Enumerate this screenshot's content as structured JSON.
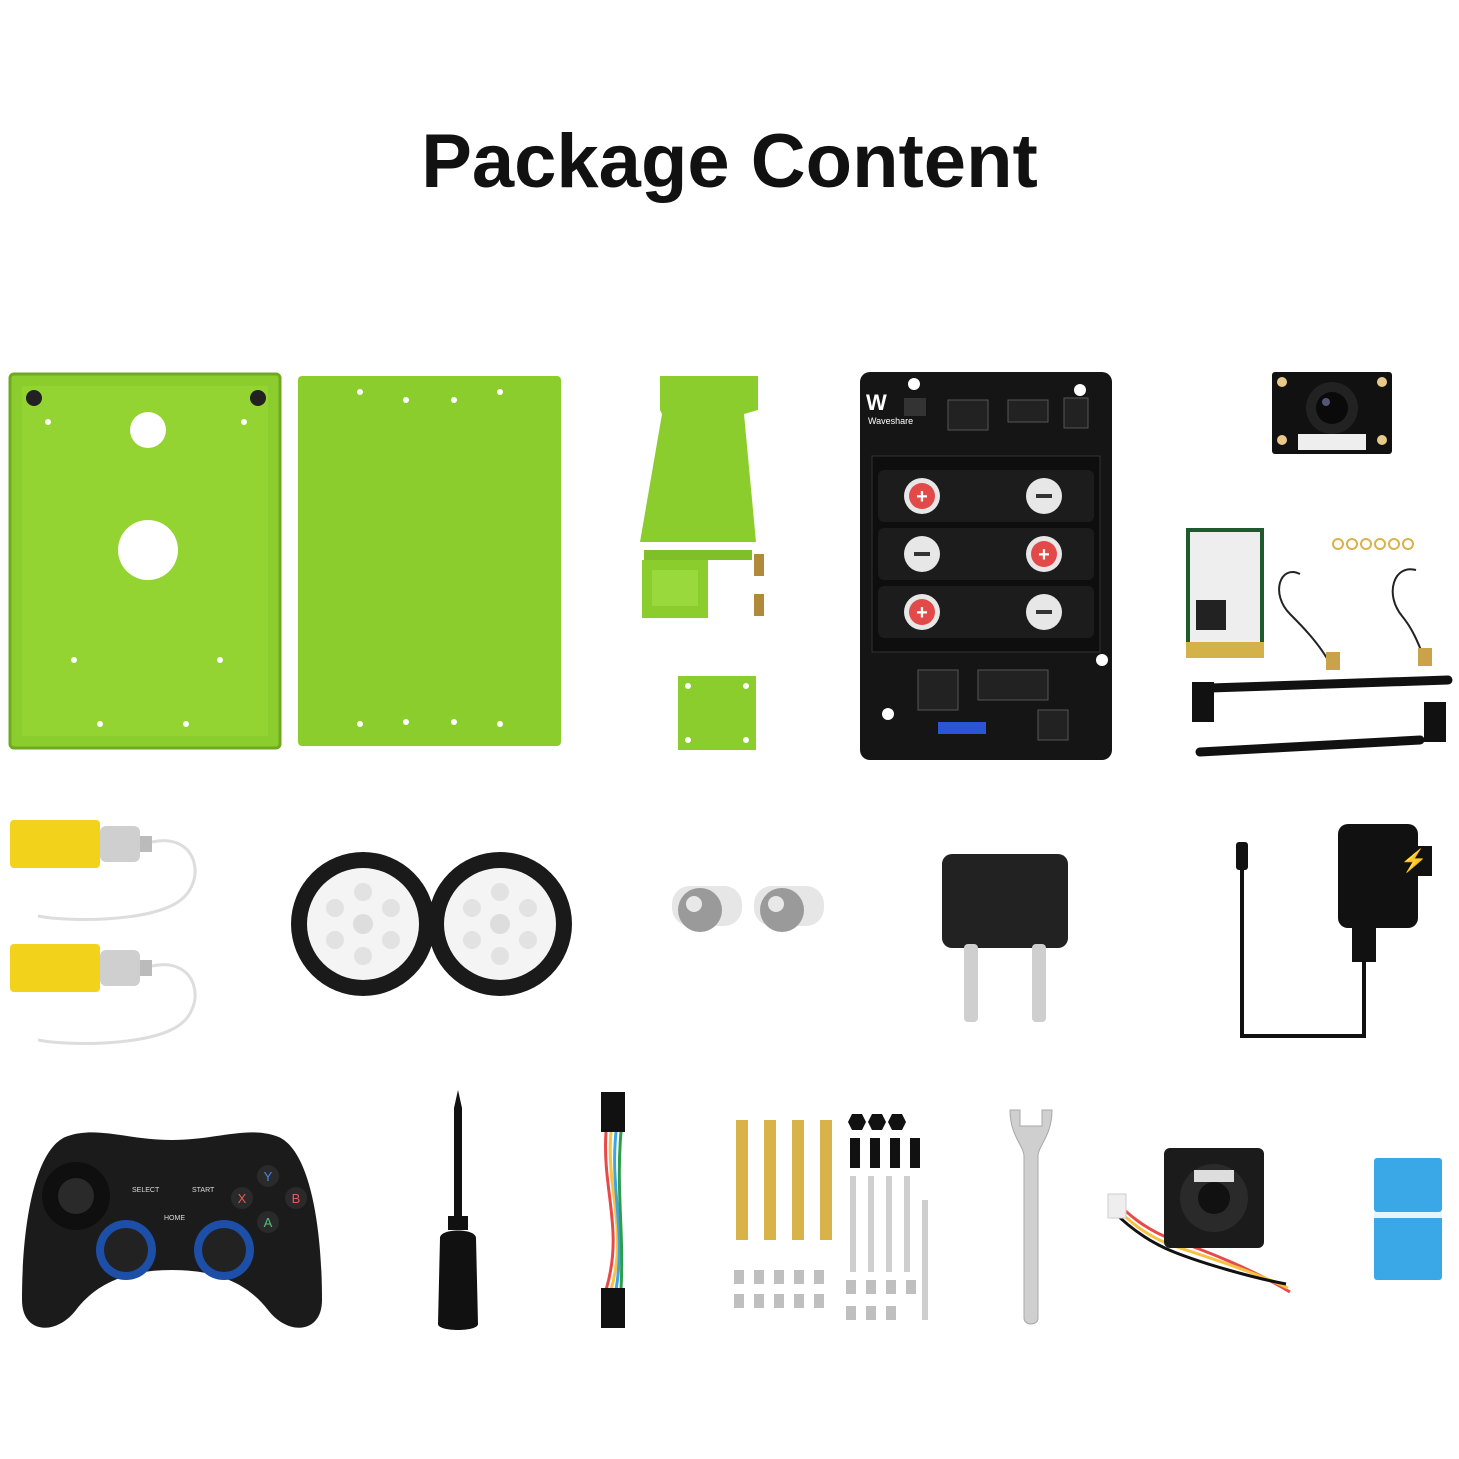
{
  "title": "Package Content",
  "colors": {
    "green": "#8ccd2e",
    "green_dark": "#6fa91e",
    "pcb": "#151515",
    "yellow": "#f3d21b",
    "blue_pad": "#3aa7e6",
    "brass": "#d9b24a"
  },
  "labels": {
    "brand": "Waveshare",
    "select": "SELECT",
    "start": "START",
    "home": "HOME",
    "btn_y": "Y",
    "btn_x": "X",
    "btn_b": "B",
    "btn_a": "A"
  }
}
